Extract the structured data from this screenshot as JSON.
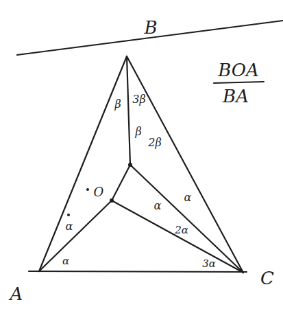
{
  "diagram": {
    "labels": [
      "B",
      "BOA",
      "BA",
      "β",
      "3β",
      "β",
      "2β",
      "O",
      "α",
      "α",
      "α",
      "2α",
      "α",
      "3α",
      "A",
      "C"
    ]
  }
}
